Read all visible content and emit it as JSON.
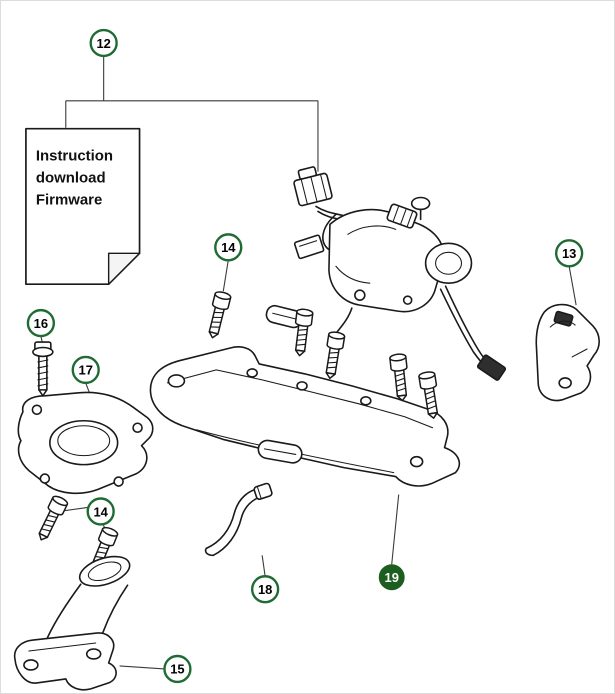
{
  "diagram": {
    "note": {
      "lines": [
        "Instruction",
        "download",
        "Firmware"
      ]
    },
    "callouts": [
      {
        "id": "12",
        "label": "12",
        "style": "outlined"
      },
      {
        "id": "14-top",
        "label": "14",
        "style": "outlined"
      },
      {
        "id": "13",
        "label": "13",
        "style": "outlined"
      },
      {
        "id": "16",
        "label": "16",
        "style": "outlined"
      },
      {
        "id": "17",
        "label": "17",
        "style": "outlined"
      },
      {
        "id": "14-bottom",
        "label": "14",
        "style": "outlined"
      },
      {
        "id": "18",
        "label": "18",
        "style": "outlined"
      },
      {
        "id": "19",
        "label": "19",
        "style": "filled"
      },
      {
        "id": "15",
        "label": "15",
        "style": "outlined"
      }
    ],
    "colors": {
      "callout_ring": "#1f6b33",
      "callout_text": "#000000",
      "callout_filled_bg": "#1b5e20",
      "callout_filled_text": "#ffffff",
      "line_art": "#1a1a1a",
      "background": "#ffffff"
    }
  }
}
